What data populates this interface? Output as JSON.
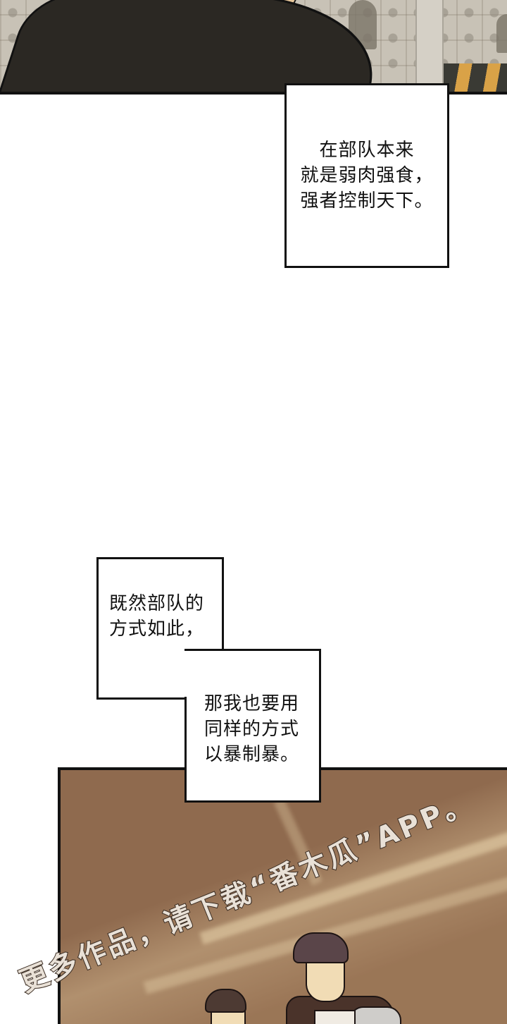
{
  "panels": {
    "top": {
      "description": "character in dark jacket, tiled wall with hazard stripes",
      "colors": {
        "jacket": "#2b2823",
        "wall": "#c8c2b6",
        "hazard_yellow": "#d9a247"
      }
    },
    "bottom": {
      "description": "two characters in sepia-toned hallway",
      "colors": {
        "background": "#8f6a4e"
      }
    }
  },
  "speech_boxes": {
    "box1": {
      "lines": [
        "在部队本来",
        "就是弱肉强食，",
        "强者控制天下。"
      ]
    },
    "box2a": {
      "lines": [
        "既然部队的",
        "方式如此，"
      ]
    },
    "box2b": {
      "lines": [
        "那我也要用",
        "同样的方式",
        "以暴制暴。"
      ]
    }
  },
  "watermark": {
    "text": "更多作品，请下载“番木瓜”APP。"
  }
}
